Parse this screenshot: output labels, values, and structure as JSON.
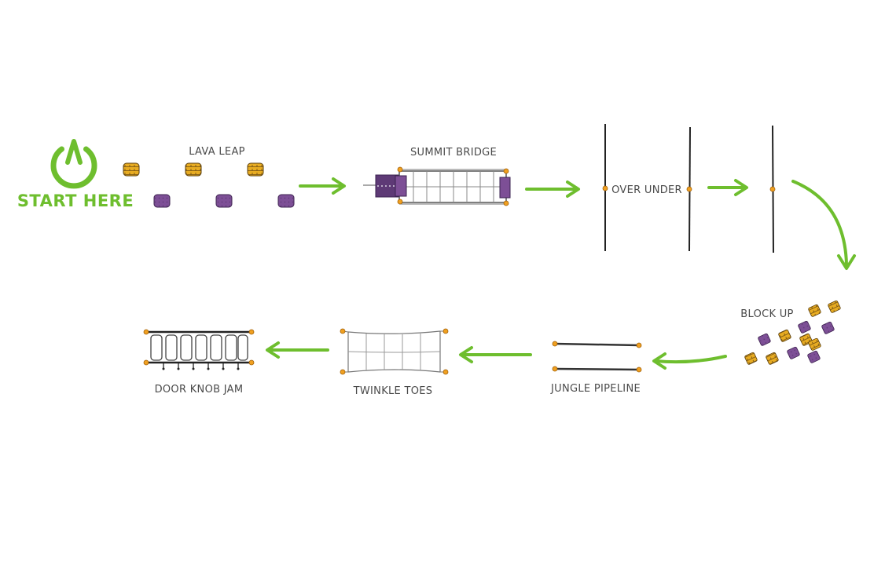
{
  "colors": {
    "accent_green": "#6ebe2e",
    "purple": "#7b4f95",
    "gold": "#e4a61c",
    "frame_dark": "#333333",
    "frame_gray": "#8a8a8a",
    "label_text": "#4a4a4a"
  },
  "icons": {
    "start": "power-button-icon",
    "arrow": "green-arrow"
  },
  "start": {
    "label": "START HERE"
  },
  "stations": [
    {
      "id": "lava-leap",
      "label": "LAVA LEAP"
    },
    {
      "id": "summit-bridge",
      "label": "SUMMIT BRIDGE"
    },
    {
      "id": "over-under",
      "label": "OVER UNDER"
    },
    {
      "id": "block-up",
      "label": "BLOCK UP"
    },
    {
      "id": "jungle-pipeline",
      "label": "JUNGLE PIPELINE"
    },
    {
      "id": "twinkle-toes",
      "label": "TWINKLE TOES"
    },
    {
      "id": "door-knob-jam",
      "label": "DOOR KNOB JAM"
    }
  ]
}
